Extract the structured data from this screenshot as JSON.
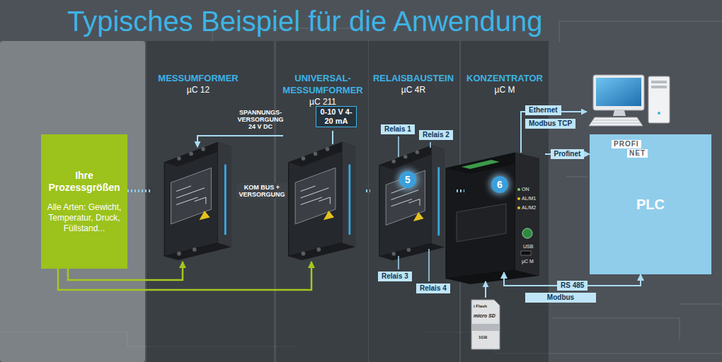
{
  "diagram": {
    "title": "Typisches Beispiel für die Anwendung",
    "nodes": [
      {
        "text": [
          "Ihre Prozessgrößen",
          "Alle Arten: Gewicht, Temperatur, Druck, Füllstand..."
        ]
      },
      {
        "text": [
          "MESSUMFORMER",
          "µC 12"
        ]
      },
      {
        "text": [
          "UNIVERSAL- MESSUMFORMER",
          "µC 211"
        ]
      },
      {
        "text": [
          "RELAISBAUSTEIN",
          "µC 4R"
        ]
      },
      {
        "text": [
          "KONZENTRATOR",
          "µC M"
        ]
      },
      {
        "text": [
          "PLC"
        ]
      }
    ],
    "edges": [
      {
        "from": 0,
        "to": 1,
        "arrow": "none"
      },
      {
        "from": 1,
        "to": 2,
        "arrow": "none",
        "label": "KOM BUS + VERSORGUNG"
      },
      {
        "from": 2,
        "to": 3,
        "arrow": "none"
      },
      {
        "from": 3,
        "to": 4,
        "arrow": "none"
      },
      {
        "from": 0,
        "to": 1,
        "arrow": "to"
      },
      {
        "from": 0,
        "to": 2,
        "arrow": "to"
      },
      {
        "from": 4,
        "to": 5,
        "arrow": "to",
        "label": "Profinet"
      },
      {
        "from": 4,
        "to": 5,
        "arrow": "both",
        "label": "RS 485"
      }
    ],
    "labels": [
      "SPANNUNGS- VERSORGUNG 24 V DC",
      "0-10 V 4-20 mA",
      "Relais 1",
      "Relais 2",
      "Relais 3",
      "Relais 4",
      "5",
      "6",
      "ON",
      "AL/M1",
      "AL/M2",
      "USB",
      "µC M",
      "Ethernet",
      "Modbus TCP",
      "PROFI",
      "NET",
      "Modbus",
      "i Flash",
      "micro SD",
      "1GB"
    ]
  }
}
